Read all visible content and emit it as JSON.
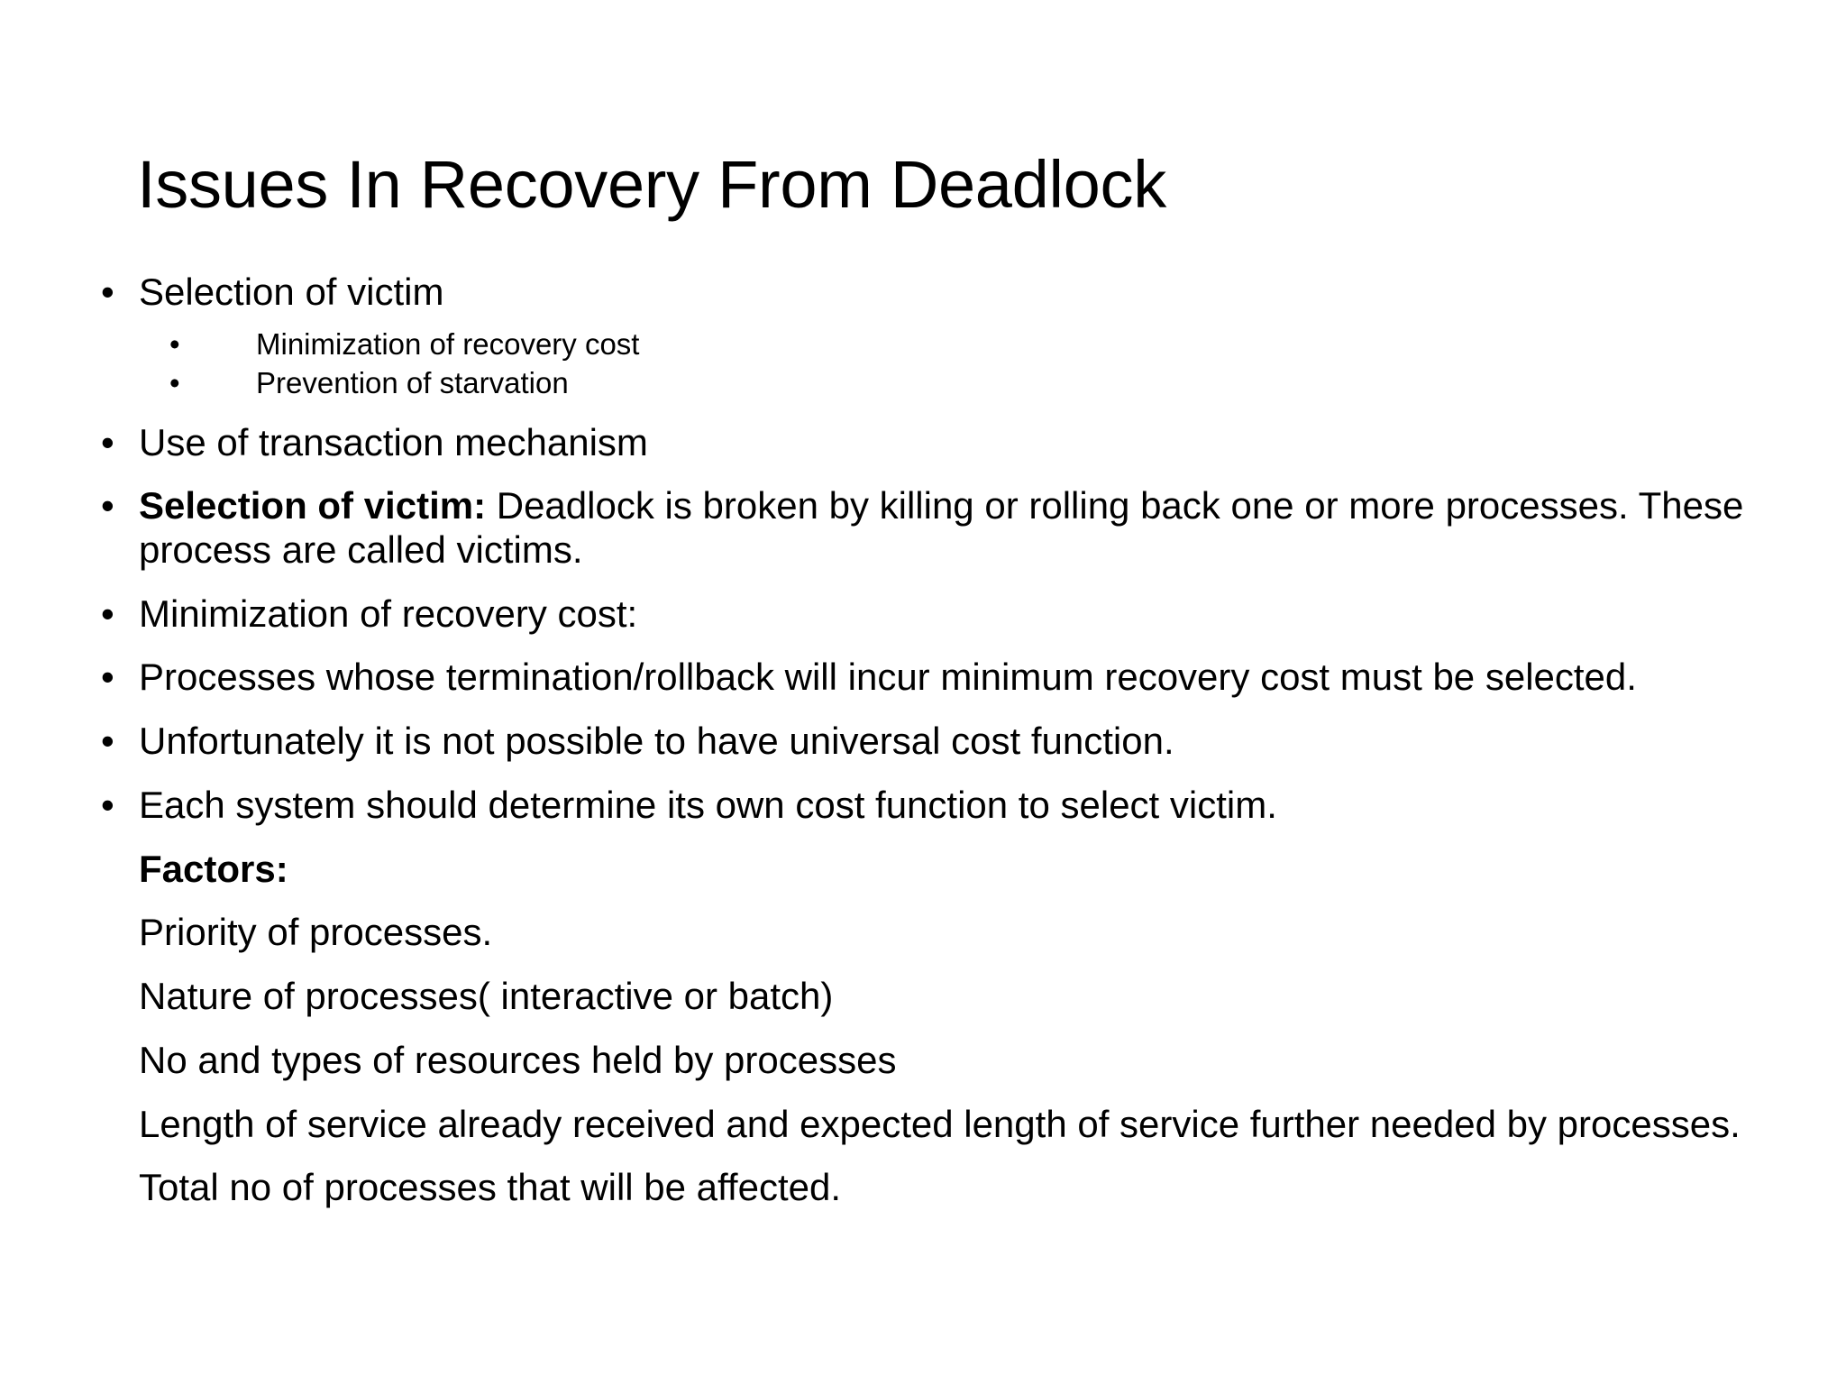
{
  "slide": {
    "title": "Issues In Recovery From Deadlock",
    "background_color": "#FFFFFF",
    "text_color": "#000000",
    "bullet_glyph": "•",
    "body": [
      {
        "id": "p1",
        "level": 1,
        "bulleted": true,
        "text": "Selection of victim"
      },
      {
        "id": "p2",
        "level": 2,
        "bulleted": true,
        "text": "Minimization of recovery cost"
      },
      {
        "id": "p3",
        "level": 2,
        "bulleted": true,
        "text": "Prevention of starvation"
      },
      {
        "id": "p4",
        "level": 1,
        "bulleted": true,
        "text": "Use of transaction mechanism"
      },
      {
        "id": "p5",
        "level": 1,
        "bulleted": true,
        "bold_lead": "Selection of victim:",
        "text": " Deadlock is broken by killing or rolling back one or more processes. These process are called victims."
      },
      {
        "id": "p6",
        "level": 1,
        "bulleted": true,
        "text": "Minimization of recovery cost:"
      },
      {
        "id": "p7",
        "level": 1,
        "bulleted": true,
        "text": "Processes whose termination/rollback will incur minimum recovery cost must be selected."
      },
      {
        "id": "p8",
        "level": 1,
        "bulleted": true,
        "text": "Unfortunately it is not possible to have universal cost function."
      },
      {
        "id": "p9",
        "level": 1,
        "bulleted": true,
        "text": "Each system should determine its own cost function to select victim."
      },
      {
        "id": "p10",
        "level": 1,
        "bulleted": false,
        "bold_lead": "Factors:",
        "text": ""
      },
      {
        "id": "p11",
        "level": 1,
        "bulleted": false,
        "text": "Priority of processes."
      },
      {
        "id": "p12",
        "level": 1,
        "bulleted": false,
        "text": "Nature of processes( interactive or batch)"
      },
      {
        "id": "p13",
        "level": 1,
        "bulleted": false,
        "text": "No and types of resources held by processes"
      },
      {
        "id": "p14",
        "level": 1,
        "bulleted": false,
        "text": "Length of service already received  and expected length of service further needed by processes."
      },
      {
        "id": "p15",
        "level": 1,
        "bulleted": false,
        "text": "Total no of processes that will be affected."
      }
    ]
  }
}
